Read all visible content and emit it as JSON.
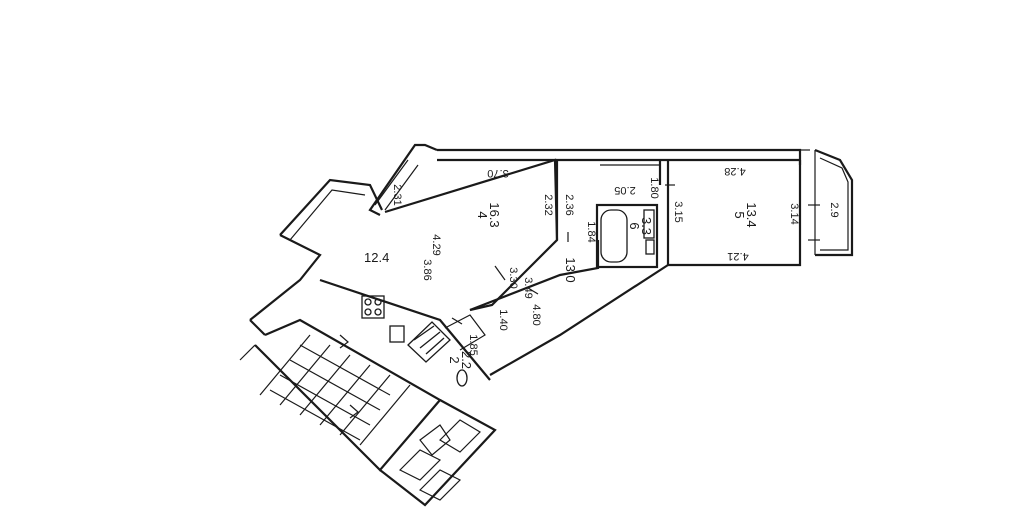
{
  "rooms": {
    "kitchen": {
      "area": "12.4"
    },
    "room4": {
      "number": "4",
      "area": "16.3"
    },
    "room5": {
      "number": "5",
      "area": "13.4"
    },
    "bath6": {
      "number": "6",
      "area": "3.3"
    },
    "wc2": {
      "number": "2",
      "area": "2.2"
    },
    "hall": {
      "area": "13.0"
    }
  },
  "dimensions": {
    "d_370": "3.70",
    "d_231": "2.31",
    "d_232": "2.32",
    "d_236": "2.36",
    "d_429": "4.29",
    "d_386": "3.86",
    "d_330": "3.30",
    "d_349": "3.49",
    "d_140": "1.40",
    "d_480": "4.80",
    "d_185": "1.85",
    "d_184": "1.84",
    "d_205": "2.05",
    "d_180": "1.80",
    "d_315": "3.15",
    "d_428": "4.28",
    "d_421": "4.21",
    "d_314": "3.14",
    "d_29": "2.9"
  }
}
